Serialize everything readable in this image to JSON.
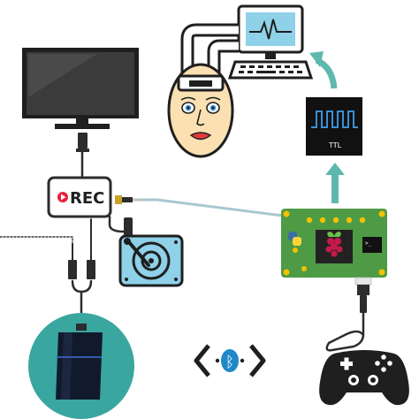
{
  "recorder": {
    "label": "REC"
  },
  "signal_box": {
    "label": "TTL"
  },
  "bluetooth": {
    "symbol": "ᛒ"
  },
  "colors": {
    "teal": "#3aa6a0",
    "raspberry_red": "#c51a4a",
    "board_green": "#4f9a45",
    "gold_pin": "#f2c200",
    "drive_blue": "#8ed1e8",
    "skin": "#fbe0b2",
    "cable": "#2c2c2c",
    "bt_blue": "#1e88c8"
  },
  "icons": [
    "monitor-icon",
    "recorder-icon",
    "game-console-icon",
    "hard-drive-icon",
    "raspberry-pi-icon",
    "gamepad-icon",
    "bluetooth-icon",
    "head-eeg-icon",
    "computer-icon",
    "ttl-signal-icon"
  ]
}
